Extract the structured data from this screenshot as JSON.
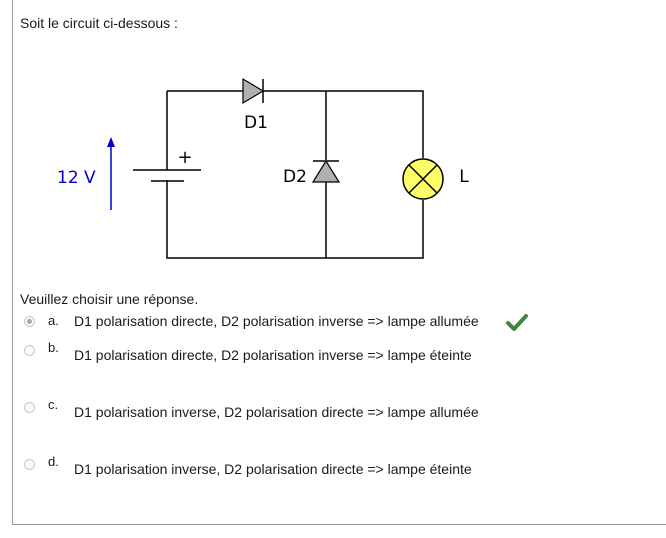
{
  "question": {
    "text": "Soit le circuit ci-dessous :"
  },
  "circuit": {
    "voltage_label": "12 V",
    "plus_label": "+",
    "diode1_label": "D1",
    "diode2_label": "D2",
    "lamp_label": "L",
    "colors": {
      "voltage": "#0000cc",
      "lamp_fill": "#ffff66",
      "diode_fill": "#b0b0b0",
      "wire": "#000000"
    }
  },
  "answer": {
    "prompt": "Veuillez choisir une réponse.",
    "options": [
      {
        "letter": "a.",
        "text": "D1 polarisation directe, D2 polarisation inverse => lampe allumée",
        "selected": true,
        "correct": true
      },
      {
        "letter": "b.",
        "text": "D1 polarisation directe, D2 polarisation inverse => lampe éteinte",
        "selected": false
      },
      {
        "letter": "c.",
        "text": "D1 polarisation inverse, D2 polarisation directe => lampe allumée",
        "selected": false
      },
      {
        "letter": "d.",
        "text": "D1 polarisation inverse, D2 polarisation directe => lampe éteinte",
        "selected": false
      }
    ],
    "check_color": "#3a8a3a"
  }
}
